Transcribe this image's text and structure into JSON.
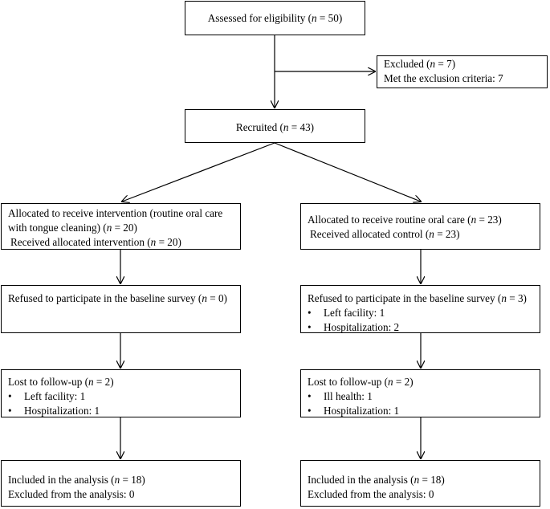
{
  "assessed": {
    "text": "Assessed for eligibility (",
    "n": "n",
    "rest": " = 50)"
  },
  "excluded": {
    "line1_pre": "Excluded (",
    "line1_n": "n",
    "line1_post": " = 7)",
    "line2": "Met the exclusion criteria: 7"
  },
  "recruited": {
    "text": "Recruited (",
    "n": "n",
    "rest": " = 43)"
  },
  "left": {
    "alloc": {
      "line1": "Allocated to receive intervention (routine oral care",
      "line2_pre": "with tongue cleaning) (",
      "line2_n": "n",
      "line2_post": " = 20)",
      "line3_pre": "Received allocated intervention (",
      "line3_n": "n",
      "line3_post": " = 20)"
    },
    "refused": {
      "pre": "Refused to participate in the baseline survey (",
      "n": "n",
      "post": " = 0)"
    },
    "lost": {
      "pre": "Lost to follow-up (",
      "n": "n",
      "post": " = 2)",
      "bullets": [
        "Left facility:  1",
        "Hospitalization: 1"
      ]
    },
    "included": {
      "pre": "Included in the analysis (",
      "n": "n",
      "post": " = 18)",
      "line2": "Excluded from the analysis: 0"
    }
  },
  "right": {
    "alloc": {
      "line1_pre": "Allocated to receive routine oral care (",
      "line1_n": "n",
      "line1_post": " = 23)",
      "line2_pre": "Received allocated control (",
      "line2_n": "n",
      "line2_post": " = 23)"
    },
    "refused": {
      "pre": "Refused to participate in the baseline survey (",
      "n": "n",
      "post": " = 3)",
      "bullets": [
        "Left facility:  1",
        "Hospitalization: 2"
      ]
    },
    "lost": {
      "pre": "Lost to follow-up (",
      "n": "n",
      "post": " = 2)",
      "bullets": [
        "Ill health:  1",
        "Hospitalization: 1"
      ]
    },
    "included": {
      "pre": "Included in the analysis (",
      "n": "n",
      "post": " = 18)",
      "line2": "Excluded from the analysis: 0"
    }
  },
  "bullet_char": "•"
}
